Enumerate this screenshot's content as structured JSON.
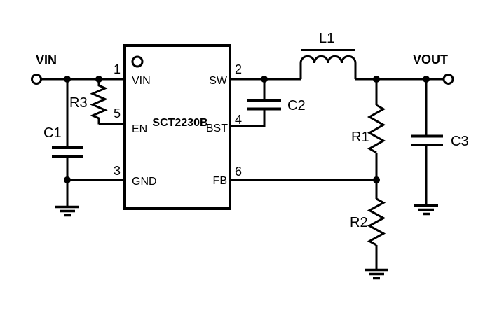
{
  "colors": {
    "background": "#ffffff",
    "line": "#000000",
    "text": "#000000"
  },
  "schematic": {
    "vin_label": "VIN",
    "vout_label": "VOUT",
    "ic": {
      "part_number": "SCT2230B",
      "pins": [
        {
          "num": "1",
          "name": "VIN",
          "side": "left"
        },
        {
          "num": "5",
          "name": "EN",
          "side": "left"
        },
        {
          "num": "3",
          "name": "GND",
          "side": "left"
        },
        {
          "num": "2",
          "name": "SW",
          "side": "right"
        },
        {
          "num": "4",
          "name": "BST",
          "side": "right"
        },
        {
          "num": "6",
          "name": "FB",
          "side": "right"
        }
      ]
    },
    "components": [
      {
        "ref": "C1",
        "type": "capacitor"
      },
      {
        "ref": "R3",
        "type": "resistor"
      },
      {
        "ref": "C2",
        "type": "capacitor"
      },
      {
        "ref": "L1",
        "type": "inductor"
      },
      {
        "ref": "R1",
        "type": "resistor"
      },
      {
        "ref": "R2",
        "type": "resistor"
      },
      {
        "ref": "C3",
        "type": "capacitor"
      }
    ]
  }
}
